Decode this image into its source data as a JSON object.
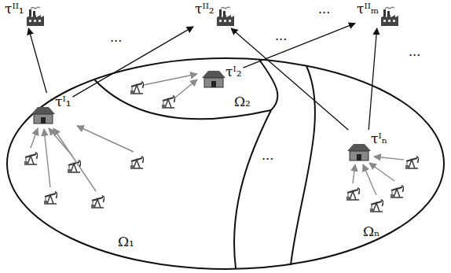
{
  "diagram": {
    "nodes": [
      {
        "text": [
          "τᴵᴵ₁"
        ]
      },
      {
        "text": [
          "τᴵᴵ₂"
        ]
      },
      {
        "text": [
          "τᴵᴵₘ"
        ]
      },
      {
        "text": [
          "Ω₁"
        ]
      },
      {
        "text": [
          "τᴵ₁"
        ],
        "in": 3
      },
      {
        "text": [
          "Ω₂"
        ]
      },
      {
        "text": [
          "τᴵ₂"
        ],
        "in": 5
      },
      {
        "text": [
          "Ωₙ"
        ]
      },
      {
        "text": [
          "τᴵₙ"
        ],
        "in": 7
      }
    ],
    "edges": [
      {
        "from": 4,
        "to": 0,
        "arrow": "to"
      },
      {
        "from": 4,
        "to": 1,
        "arrow": "to"
      },
      {
        "from": 6,
        "to": 2,
        "arrow": "to"
      },
      {
        "from": 8,
        "to": 1,
        "arrow": "to"
      },
      {
        "from": 8,
        "to": 2,
        "arrow": "to"
      }
    ],
    "labels": [
      "...",
      "...",
      "...",
      "...",
      "..."
    ]
  }
}
